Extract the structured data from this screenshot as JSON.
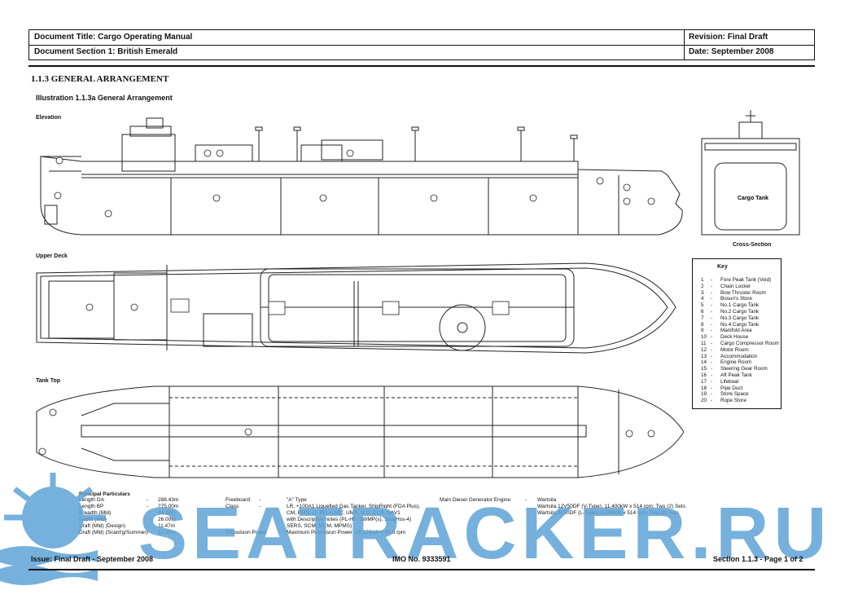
{
  "header": {
    "doc_title": "Document Title: Cargo Operating Manual",
    "doc_section": "Document Section 1: British Emerald",
    "revision": "Revision: Final Draft",
    "date": "Date: September 2008"
  },
  "section_heading": "1.1.3   GENERAL ARRANGEMENT",
  "illustration_title": "Illustration 1.1.3a General Arrangement",
  "views": {
    "elevation": "Elevation",
    "upper_deck": "Upper Deck",
    "tank_top": "Tank Top",
    "cross_section": "Cross-Section",
    "cargo_tank": "Cargo Tank"
  },
  "key": {
    "title": "Key",
    "items": [
      {
        "n": "1",
        "label": "Fore Peak Tank (Void)"
      },
      {
        "n": "2",
        "label": "Chain Locker"
      },
      {
        "n": "3",
        "label": "Bow Thruster Room"
      },
      {
        "n": "4",
        "label": "Bosun's Store"
      },
      {
        "n": "5",
        "label": "No.1 Cargo Tank"
      },
      {
        "n": "6",
        "label": "No.2 Cargo Tank"
      },
      {
        "n": "7",
        "label": "No.3 Cargo Tank"
      },
      {
        "n": "8",
        "label": "No.4 Cargo Tank"
      },
      {
        "n": "9",
        "label": "Manifold Area"
      },
      {
        "n": "10",
        "label": "Deck House"
      },
      {
        "n": "11",
        "label": "Cargo Compressor Room"
      },
      {
        "n": "12",
        "label": "Motor Room"
      },
      {
        "n": "13",
        "label": "Accommodation"
      },
      {
        "n": "14",
        "label": "Engine Room"
      },
      {
        "n": "15",
        "label": "Steering Gear Room"
      },
      {
        "n": "16",
        "label": "Aft Peak Tank"
      },
      {
        "n": "17",
        "label": "Lifeboat"
      },
      {
        "n": "18",
        "label": "Pipe Duct"
      },
      {
        "n": "19",
        "label": "Store Space"
      },
      {
        "n": "20",
        "label": "Rope Store"
      }
    ]
  },
  "particulars": {
    "title": "Principal Particulars",
    "left": [
      {
        "label": "Length OA",
        "value": "288.43m"
      },
      {
        "label": "Length BP",
        "value": "275.00m"
      },
      {
        "label": "Breadth (Mld)",
        "value": "44.20m"
      },
      {
        "label": "Depth (Mld)",
        "value": "26.00m"
      },
      {
        "label": "Draft (Mld) (Design)",
        "value": "11.47m"
      },
      {
        "label": "Draft (Mld) (Scant'g/Summer)",
        "value": "12.20m"
      }
    ],
    "mid_labels": {
      "freeboard": "Freeboard",
      "class": "Class",
      "propulsion": "Propulsion Power"
    },
    "freeboard": "\"A\" Type",
    "class_lines": [
      "LR, +100A1 Liquefied Gas Tanker, ShipRight (FDA Plus),",
      "CM, PMS, LI, EP, +LMC, UMS, ICC, CCS, NAV1",
      "with Descriptive notes (PL-HT, SWMP(s), Sea(Hss-4)",
      "SERS, SCM, MCM, MPMS)"
    ],
    "propulsion": "Maximum Propulsion Power: 29,126kW x 90.6 rpm",
    "gen_label": "Main Diesel Generator Engine",
    "gen_maker": "Wartsila",
    "gen_lines": [
      "Wartsila 12V50DF (V-Type), 11,400kW x 514 rpm: Two (2) Sets",
      "Wartsila 9L50DF (L-Type), 8,550kW x 514 rpm: Two (2) Sets"
    ]
  },
  "footer": {
    "issue": "Issue: Final Draft  -  September 2008",
    "imo": "IMO No. 9333591",
    "section": "Section 1.1.3  -  Page 1 of 2"
  },
  "watermark": "SEATRACKER.RU"
}
